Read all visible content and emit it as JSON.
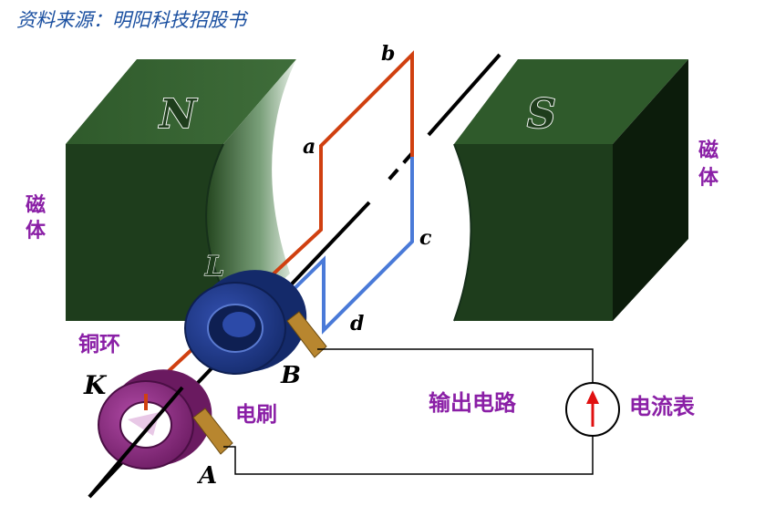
{
  "source": "资料来源：明阳科技招股书",
  "magnets": {
    "north_pole": "N",
    "south_pole": "S",
    "left_label": [
      "磁",
      "体"
    ],
    "right_label": [
      "磁",
      "体"
    ]
  },
  "coil": {
    "corner_a": "a",
    "corner_b": "b",
    "corner_c": "c",
    "corner_d": "d"
  },
  "ring_L": "L",
  "ring_K": "K",
  "brush_A": "A",
  "brush_B": "B",
  "copper_ring_label": "铜环",
  "brush_label": "电刷",
  "output_circuit_label": "输出电路",
  "ammeter_label": "电流表",
  "colors": {
    "magnet_front": "#1e3d1c",
    "magnet_side": "#0c1c0b",
    "magnet_top": "#3a6a35",
    "coil_red": "#d04010",
    "coil_blue": "#4a7ad8",
    "ring_L": "#1f3a8c",
    "ring_K": "#8e2a82",
    "brush": "#b8862f",
    "label_purple": "#8a1fa6",
    "source_text": "#1a4fa0"
  }
}
